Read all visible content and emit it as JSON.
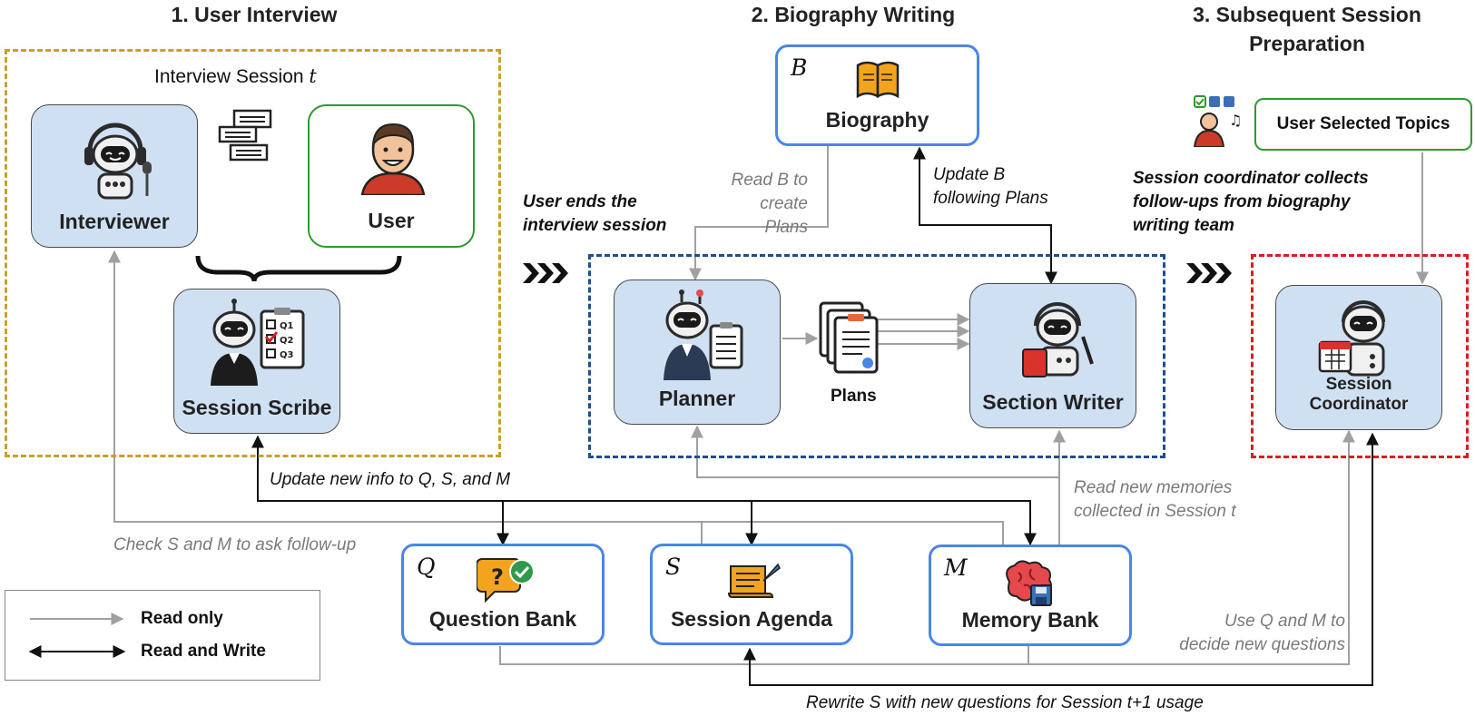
{
  "headers": {
    "h1": "1. User Interview",
    "h2": "2. Biography Writing",
    "h3_line1": "3. Subsequent Session",
    "h3_line2": "Preparation"
  },
  "interview_session": {
    "prefix": "Interview Session ",
    "var": "t"
  },
  "agents": {
    "interviewer": "Interviewer",
    "user": "User",
    "session_scribe": "Session Scribe",
    "planner": "Planner",
    "section_writer": "Section Writer",
    "session_coordinator_line1": "Session",
    "session_coordinator_line2": "Coordinator"
  },
  "plans_label": "Plans",
  "biography": {
    "symbol": "B",
    "label": "Biography"
  },
  "user_selected_topics": "User Selected Topics",
  "stores": {
    "question_bank": {
      "symbol": "Q",
      "label": "Question Bank"
    },
    "session_agenda": {
      "symbol": "S",
      "label": "Session Agenda"
    },
    "memory_bank": {
      "symbol": "M",
      "label": "Memory Bank"
    }
  },
  "notes": {
    "user_ends_1": "User ends the",
    "user_ends_2": "interview session",
    "read_b_1": "Read B to",
    "read_b_2": "create Plans",
    "update_b_1": "Update B",
    "update_b_2": "following Plans",
    "coordinator_1": "Session coordinator collects",
    "coordinator_2": "follow-ups from biography",
    "coordinator_3": "writing team",
    "update_new_info": "Update new info to Q, S, and M",
    "check_s_m": "Check S and M to ask follow-up",
    "read_new_mem_1": "Read new memories",
    "read_new_mem_2": "collected in Session t",
    "use_q_m_1": "Use Q and M to",
    "use_q_m_2": "decide new questions",
    "rewrite_s": "Rewrite S with new questions for Session t+1 usage"
  },
  "legend": {
    "read_only": "Read only",
    "read_write": "Read and Write"
  },
  "colors": {
    "interview_border": "#c9a02a",
    "writing_border": "#1f4e8c",
    "prep_border": "#d42020",
    "agent_fill": "#cfe0f2",
    "store_border": "#4a86e8",
    "green_border": "#2e9a2e",
    "read_only_line": "#a0a0a0",
    "read_write_line": "#111111"
  },
  "icons": {
    "interviewer": "robot-microphone-icon",
    "chat": "chat-bubbles-icon",
    "user": "person-face-icon",
    "scribe": "robot-checklist-icon",
    "planner": "robot-clipboard-icon",
    "plans": "document-stack-icon",
    "writer": "robot-pen-icon",
    "coordinator": "robot-calendar-icon",
    "biography": "open-book-icon",
    "question": "question-bubble-check-icon",
    "agenda": "scroll-quill-icon",
    "memory": "brain-disk-icon",
    "topics": "person-topics-icon"
  }
}
